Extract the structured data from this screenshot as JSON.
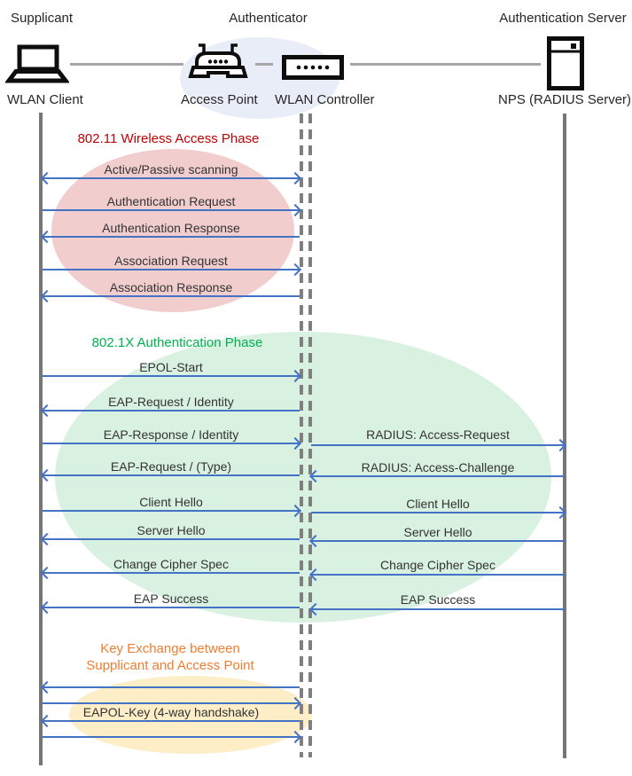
{
  "header": {
    "roles": [
      {
        "label": "Supplicant"
      },
      {
        "label": "Authenticator"
      },
      {
        "label": "Authentication Server"
      }
    ],
    "devices": [
      {
        "label": "WLAN Client"
      },
      {
        "label": "Access Point"
      },
      {
        "label": "WLAN Controller"
      },
      {
        "label": "NPS (RADIUS Server)"
      }
    ],
    "icons": [
      "laptop-icon",
      "access-point-icon",
      "wlan-controller-icon",
      "server-icon"
    ]
  },
  "phases": [
    {
      "id": "wireless-access",
      "title": "802.11 Wireless Access Phase",
      "title_color": "#C00000",
      "ellipse_color": "#F2CDCD"
    },
    {
      "id": "authentication",
      "title": "802.1X Authentication Phase",
      "title_color": "#00B050",
      "ellipse_color": "#D9F1E0"
    },
    {
      "id": "key-exchange",
      "title_line1": "Key Exchange between",
      "title_line2": "Supplicant and Access Point",
      "title_color": "#ED7D31",
      "ellipse_color": "#FDEEC8"
    }
  ],
  "messages_left": [
    {
      "label": "Active/Passive scanning",
      "direction": "both"
    },
    {
      "label": "Authentication Request",
      "direction": "right"
    },
    {
      "label": "Authentication Response",
      "direction": "left"
    },
    {
      "label": "Association Request",
      "direction": "right"
    },
    {
      "label": "Association Response",
      "direction": "left"
    },
    {
      "label": "EPOL-Start",
      "direction": "right"
    },
    {
      "label": "EAP-Request / Identity",
      "direction": "left"
    },
    {
      "label": "EAP-Response / Identity",
      "direction": "right"
    },
    {
      "label": "EAP-Request / (Type)",
      "direction": "left"
    },
    {
      "label": "Client Hello",
      "direction": "right"
    },
    {
      "label": "Server Hello",
      "direction": "left"
    },
    {
      "label": "Change Cipher Spec",
      "direction": "left"
    },
    {
      "label": "EAP Success",
      "direction": "left"
    },
    {
      "label": "",
      "direction": "left"
    },
    {
      "label": "",
      "direction": "right"
    },
    {
      "label": "EAPOL-Key (4-way handshake)",
      "direction": "left"
    },
    {
      "label": "",
      "direction": "right"
    }
  ],
  "messages_right": [
    {
      "label": "RADIUS: Access-Request",
      "direction": "right"
    },
    {
      "label": "RADIUS: Access-Challenge",
      "direction": "left"
    },
    {
      "label": "Client Hello",
      "direction": "right"
    },
    {
      "label": "Server Hello",
      "direction": "left"
    },
    {
      "label": "Change Cipher Spec",
      "direction": "left"
    },
    {
      "label": "EAP Success",
      "direction": "left"
    }
  ],
  "colors": {
    "arrow": "#4472C4",
    "lifeline": "#767676",
    "connector": "#A6A6A6",
    "authenticator_halo": "#E9EDF7"
  }
}
